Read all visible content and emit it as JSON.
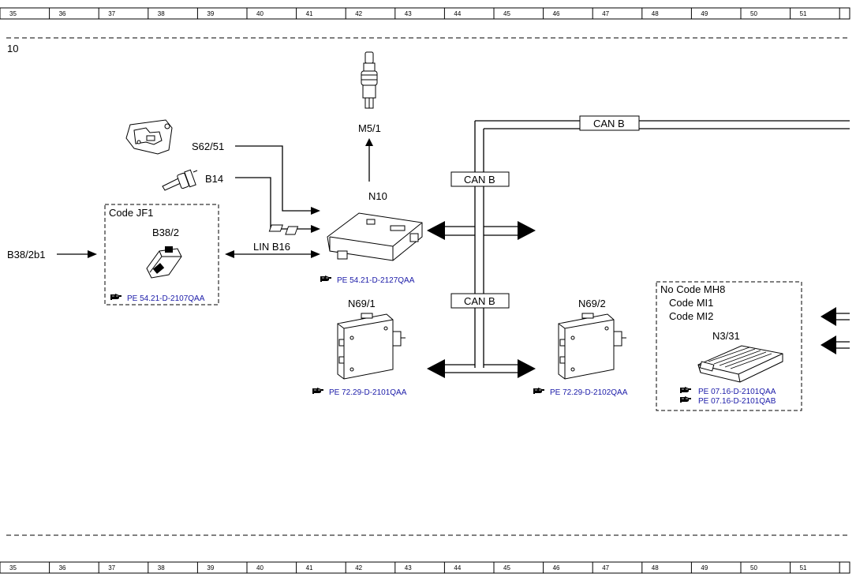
{
  "ruler": {
    "columns": [
      "35",
      "36",
      "37",
      "38",
      "39",
      "40",
      "41",
      "42",
      "43",
      "44",
      "45",
      "46",
      "47",
      "48",
      "49",
      "50",
      "51"
    ]
  },
  "section_label": "10",
  "components": {
    "m5_1": "M5/1",
    "n10": "N10",
    "s62_51": "S62/51",
    "b14": "B14",
    "b38_2": "B38/2",
    "b38_2b1": "B38/2b1",
    "n69_1": "N69/1",
    "n69_2": "N69/2",
    "n3_31": "N3/31"
  },
  "buses": {
    "can_b_top": "CAN B",
    "can_b_mid": "CAN B",
    "can_b_low": "CAN B",
    "lin_b16": "LIN B16"
  },
  "boxes": {
    "jf1_code": "Code JF1",
    "mh8_lines": [
      "No Code MH8",
      "Code MI1",
      "Code MI2"
    ]
  },
  "references": {
    "n10_ref": "PE 54.21-D-2127QAA",
    "b38_2_ref": "PE 54.21-D-2107QAA",
    "n69_1_ref": "PE 72.29-D-2101QAA",
    "n69_2_ref": "PE 72.29-D-2102QAA",
    "n3_31_ref1": "PE 07.16-D-2101QAA",
    "n3_31_ref2": "PE 07.16-D-2101QAB"
  },
  "icons": [
    "pointing-hand-icon",
    "double-arrow-icon",
    "arrow-icon"
  ]
}
